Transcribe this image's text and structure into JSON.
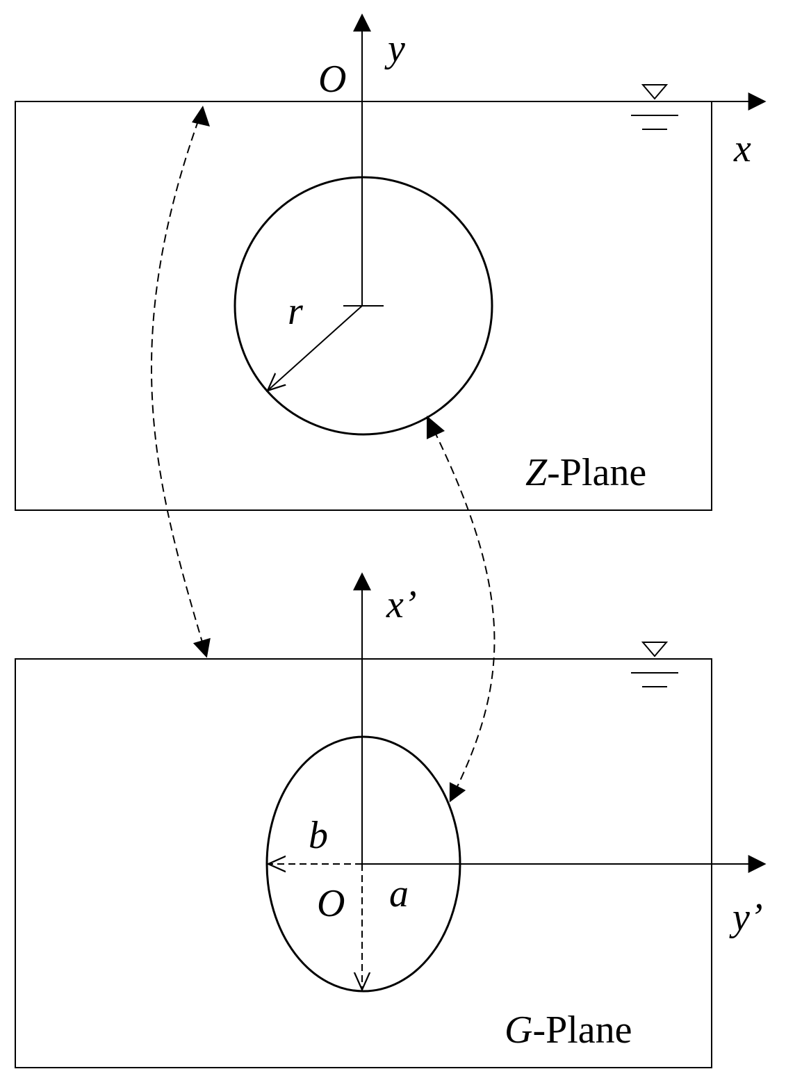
{
  "z_plane": {
    "origin_label": "O",
    "x_axis_label": "x",
    "y_axis_label": "y",
    "radius_label": "r",
    "plane_symbol": "Z",
    "plane_suffix": "-Plane",
    "water_level_icon": "water-level-icon"
  },
  "g_plane": {
    "origin_label": "O",
    "x_axis_label": "x’",
    "y_axis_label": "y’",
    "semi_axis_a_label": "a",
    "semi_axis_b_label": "b",
    "plane_symbol": "G",
    "plane_suffix": "-Plane",
    "water_level_icon": "water-level-icon"
  },
  "colors": {
    "line": "#000000",
    "background": "#ffffff"
  }
}
